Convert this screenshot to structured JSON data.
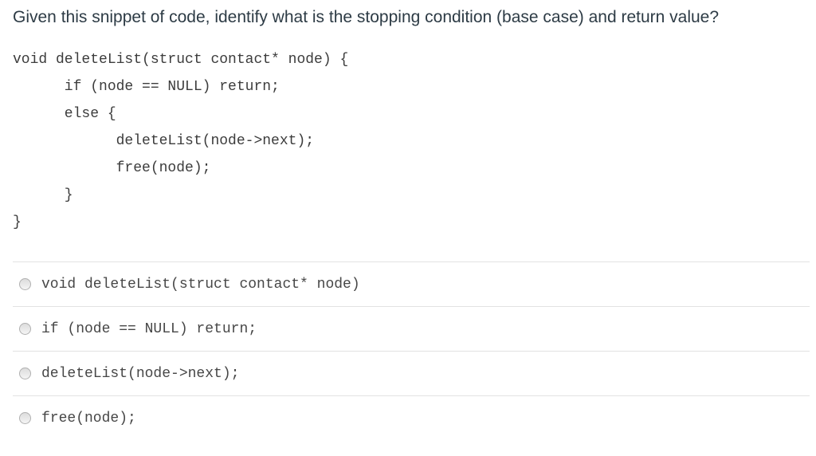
{
  "question": {
    "title": "Given this snippet of code, identify what is the stopping condition (base case) and return value?"
  },
  "code": {
    "language": "c",
    "lines": [
      "void deleteList(struct contact* node) {",
      "      if (node == NULL) return;",
      "      else {",
      "            deleteList(node->next);",
      "            free(node);",
      "      }",
      "}"
    ]
  },
  "options": [
    {
      "text": "void deleteList(struct contact* node)",
      "selected": false
    },
    {
      "text": "if (node == NULL) return;",
      "selected": false
    },
    {
      "text": "deleteList(node->next);",
      "selected": false
    },
    {
      "text": "free(node);",
      "selected": false
    }
  ],
  "colors": {
    "background": "#ffffff",
    "title_text": "#2d3b45",
    "code_text": "#3c3c3c",
    "option_text": "#474747",
    "divider": "#e2e2e2",
    "radio_border": "#b0b0b0",
    "radio_fill": "#e8e8e8"
  }
}
